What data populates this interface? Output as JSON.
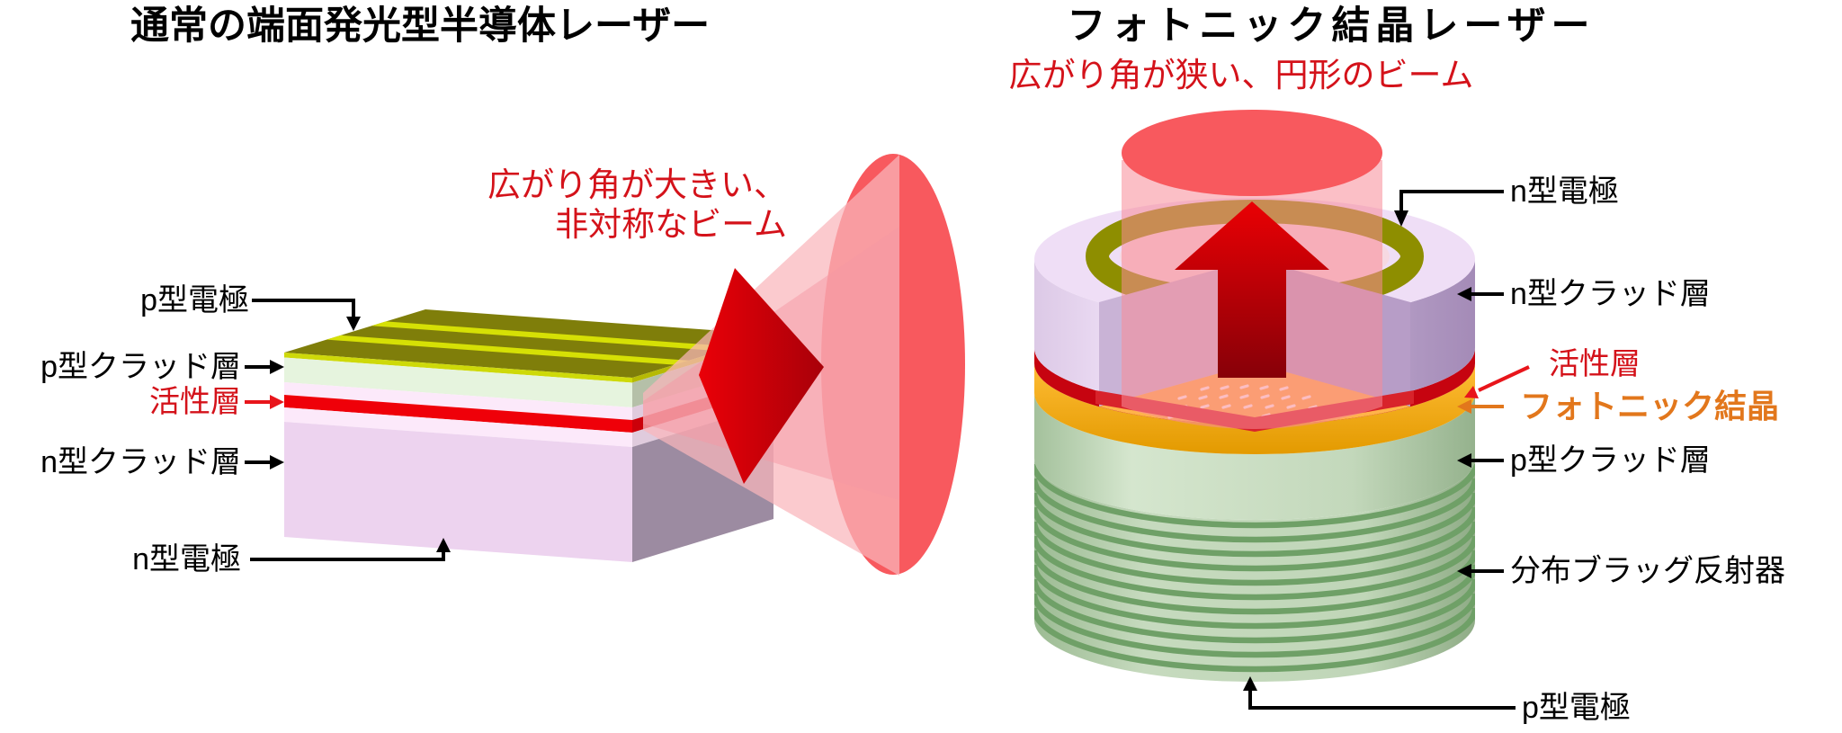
{
  "left_panel": {
    "title": "通常の端面発光型半導体レーザー",
    "beam_note_line1": "広がり角が大きい、",
    "beam_note_line2": "非対称なビーム",
    "labels": {
      "p_electrode": "p型電極",
      "p_clad": "p型クラッド層",
      "active_layer": "活性層",
      "n_clad": "n型クラッド層",
      "n_electrode": "n型電極"
    }
  },
  "right_panel": {
    "title": "フォトニック結晶レーザー",
    "beam_note": "広がり角が狭い、円形のビーム",
    "labels": {
      "n_electrode": "n型電極",
      "n_clad": "n型クラッド層",
      "active_layer": "活性層",
      "photonic_crystal": "フォトニック結晶",
      "p_clad": "p型クラッド層",
      "dbr": "分布ブラッグ反射器",
      "p_electrode": "p型電極"
    }
  },
  "colors": {
    "note_red": "#d4121a",
    "label_orange": "#e2771c",
    "beam_solid": "#f8595e",
    "beam_translucent": "#f9a2ac",
    "arrow_red": "#cc0008"
  }
}
